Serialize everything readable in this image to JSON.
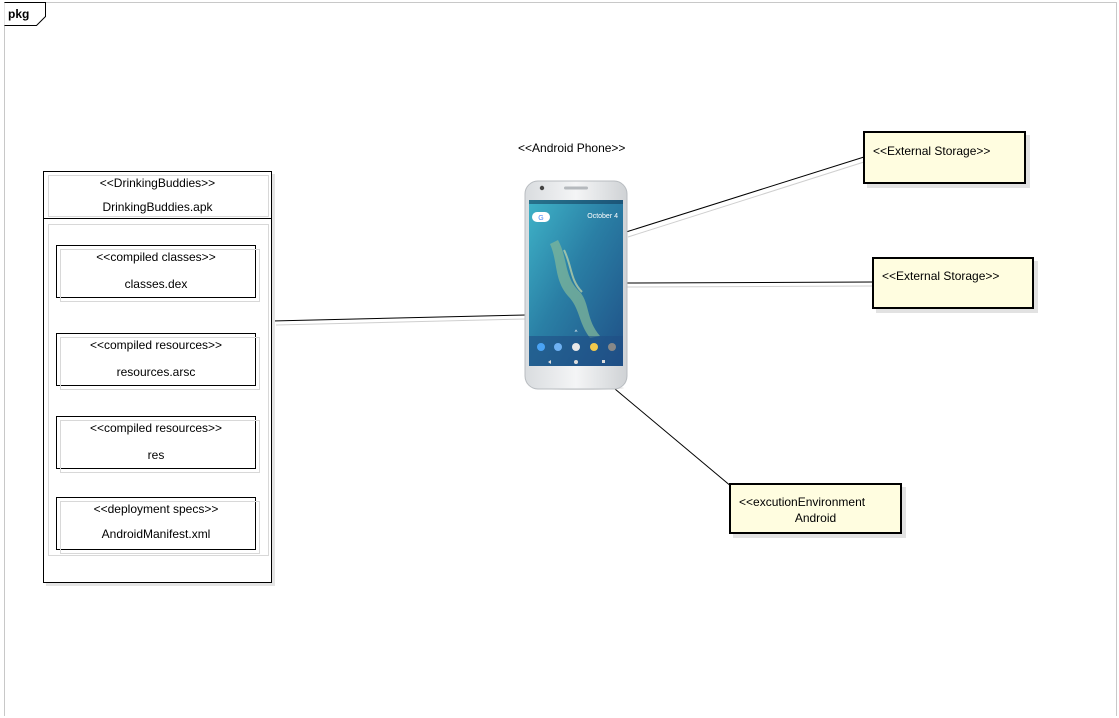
{
  "frame": {
    "tab_label": "pkg"
  },
  "artifact": {
    "stereotype": "<<DrinkingBuddies>>",
    "name": "DrinkingBuddies.apk",
    "items": [
      {
        "stereotype": "<<compiled classes>>",
        "name": "classes.dex"
      },
      {
        "stereotype": "<<compiled resources>>",
        "name": "resources.arsc"
      },
      {
        "stereotype": "<<compiled resources>>",
        "name": "res"
      },
      {
        "stereotype": "<<deployment specs>>",
        "name": "AndroidManifest.xml"
      }
    ]
  },
  "phone": {
    "stereotype": "<<Android Phone>>",
    "screen_date": "October 4",
    "screen_search_glyph": "G"
  },
  "nodes": {
    "storage_1": {
      "stereotype": "<<External Storage>>"
    },
    "storage_2": {
      "stereotype": "<<External Storage>>"
    },
    "environment": {
      "stereotype": "<<excutionEnvironment",
      "name": "Android"
    }
  },
  "colors": {
    "node_fill": "#fffde0",
    "node_border": "#000000",
    "frame_border": "#c8c8c8",
    "shadow": "#e2e2e2"
  }
}
